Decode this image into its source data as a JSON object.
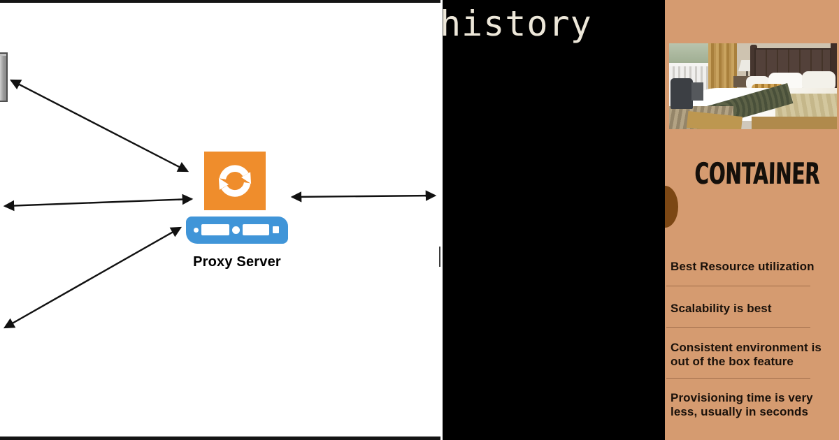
{
  "diagram": {
    "proxy_server_label": "Proxy Server",
    "colors": {
      "sync_icon_orange": "#EF8D2C",
      "rack_server_blue": "#4095D8"
    }
  },
  "terminal": {
    "command_text": "history"
  },
  "poster": {
    "title": "CONTAINER",
    "benefits": [
      "Best Resource utilization",
      "Scalability is best",
      "Consistent environment is\nout of the box feature",
      "Provisioning time is very\nless, usually in seconds"
    ],
    "colors": {
      "background_tan": "#D59B70",
      "semicircle_brown": "#7C4714",
      "text_dark": "#1A110A"
    }
  }
}
